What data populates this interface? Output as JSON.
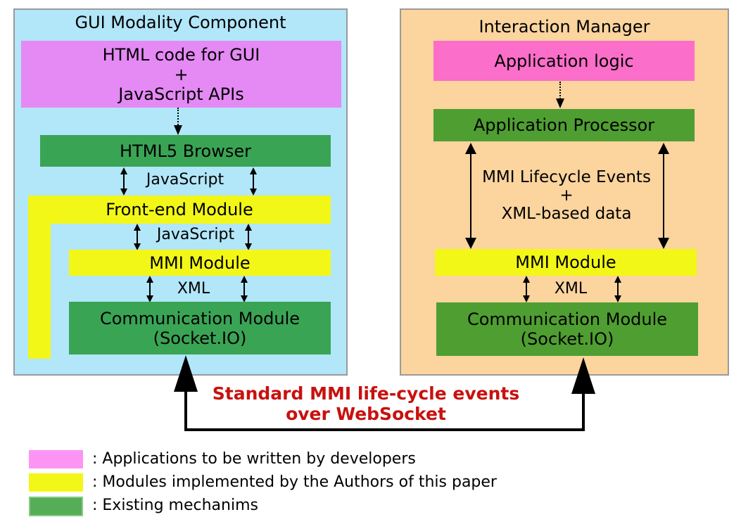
{
  "colors": {
    "left_panel_bg": "#b2e6f9",
    "right_panel_bg": "#fbd49e",
    "panel_border": "#9a9a9a",
    "pink_left_box": "#e589f5",
    "pink_right_box": "#fb6ec9",
    "legend_pink": "#fc94f4",
    "yellow": "#f3f717",
    "green_left": "#3aa455",
    "green_right": "#4f9e31",
    "legend_green": "#55ad55",
    "caption_red": "#c8110e",
    "arrow_black": "#000000"
  },
  "left_panel": {
    "title": "GUI Modality Component",
    "html_code_box": {
      "line1": "HTML code for GUI",
      "line2": "+",
      "line3": "JavaScript APIs"
    },
    "html5_browser": "HTML5 Browser",
    "js_label_1": "JavaScript",
    "frontend_module": "Front-end Module",
    "js_label_2": "JavaScript",
    "mmi_module": "MMI Module",
    "xml_label": "XML",
    "comm_module": {
      "line1": "Communication Module",
      "line2": "(Socket.IO)"
    }
  },
  "right_panel": {
    "title": "Interaction Manager",
    "application_logic": "Application logic",
    "application_processor": "Application Processor",
    "lifecycle_label": {
      "line1": "MMI Lifecycle Events",
      "line2": "+",
      "line3": "XML-based data"
    },
    "mmi_module": "MMI Module",
    "xml_label": "XML",
    "comm_module": {
      "line1": "Communication Module",
      "line2": "(Socket.IO)"
    }
  },
  "connector_caption": {
    "line1": "Standard MMI life-cycle events",
    "line2": "over WebSocket"
  },
  "legend": {
    "items": [
      {
        "swatch_color": "#fc94f4",
        "label": ": Applications to be written by developers"
      },
      {
        "swatch_color": "#f3f717",
        "label": ": Modules implemented by the Authors of this paper"
      },
      {
        "swatch_color": "#55ad55",
        "label": ": Existing mechanims"
      }
    ]
  }
}
